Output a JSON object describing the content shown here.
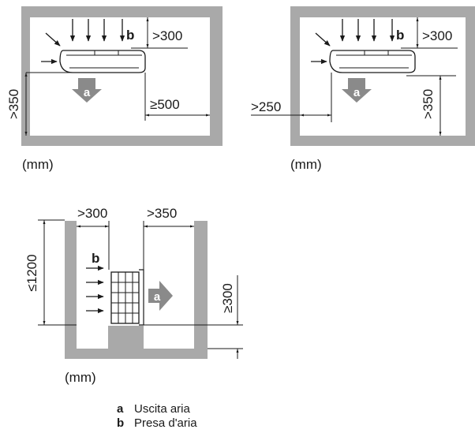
{
  "dim_top_left": {
    "top": ">300",
    "left_v": ">350",
    "right": "≥500"
  },
  "dim_top_right": {
    "top": ">300",
    "left": ">250",
    "right_v": ">350"
  },
  "dim_bottom": {
    "left_h": ">300",
    "right_h": ">350",
    "height_v": "≤1200",
    "base_v": "≥300"
  },
  "unit": "(mm)",
  "tags": {
    "a": "a",
    "b": "b"
  },
  "legend": [
    {
      "key": "a",
      "label": "Uscita aria"
    },
    {
      "key": "b",
      "label": "Presa d'aria"
    }
  ]
}
